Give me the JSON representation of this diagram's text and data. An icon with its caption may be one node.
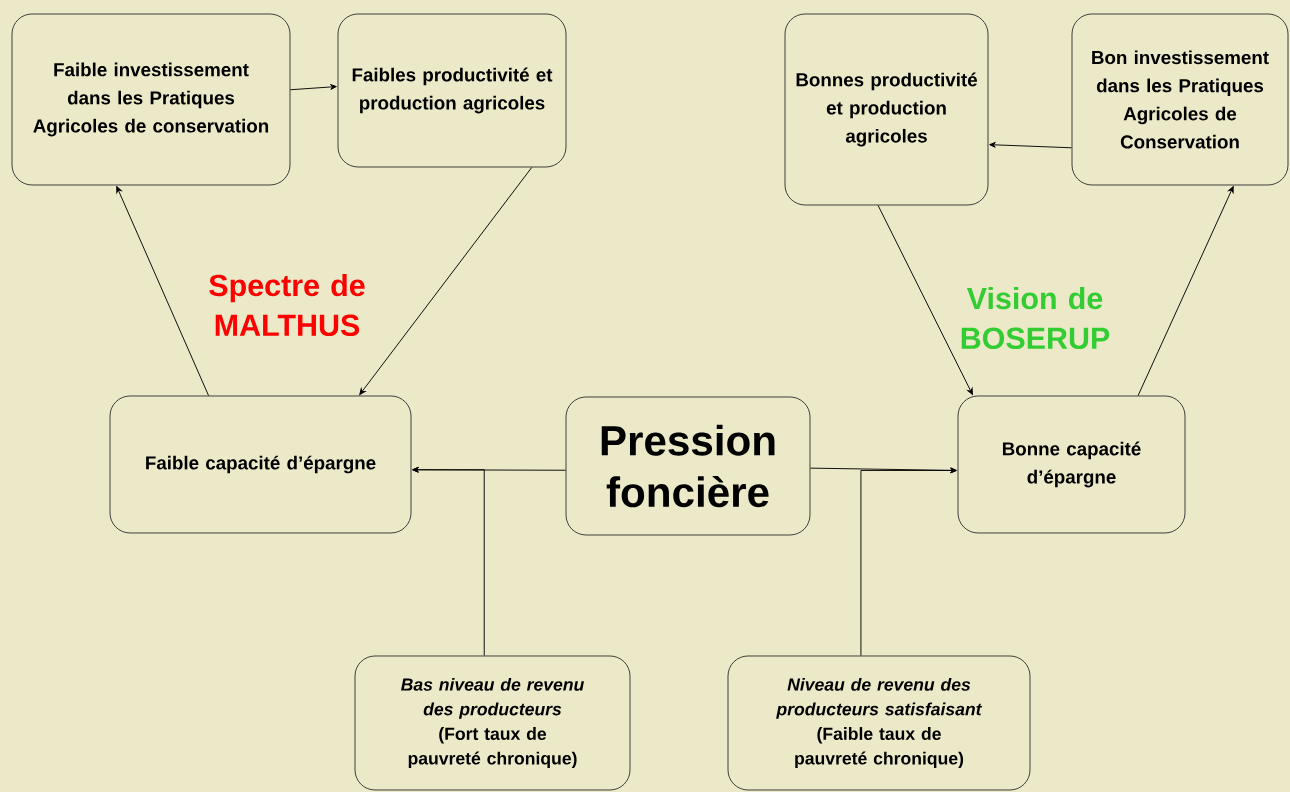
{
  "diagram": {
    "nodes": [
      {
        "text": [
          "Faible investissement dans les Pratiques Agricoles de conservation"
        ]
      },
      {
        "text": [
          "Faibles productivité et production agricoles"
        ]
      },
      {
        "text": [
          "Bonnes productivité et production agricoles"
        ]
      },
      {
        "text": [
          "Bon investissement dans les Pratiques Agricoles de Conservation"
        ]
      },
      {
        "text": [
          "Faible capacité d’épargne"
        ]
      },
      {
        "text": [
          "Pression foncière"
        ]
      },
      {
        "text": [
          "Bonne capacité d’épargne"
        ]
      },
      {
        "text": [
          "Bas niveau de revenu des producteurs",
          "(Fort taux de pauvreté chronique)"
        ]
      },
      {
        "text": [
          "Niveau de revenu des producteurs satisfaisant",
          "(Faible taux de pauvreté chronique)"
        ]
      }
    ],
    "edges": [
      {
        "from": 0,
        "to": 1,
        "arrow": "to"
      },
      {
        "from": 1,
        "to": 4,
        "arrow": "to"
      },
      {
        "from": 4,
        "to": 0,
        "arrow": "to"
      },
      {
        "from": 5,
        "to": 4,
        "arrow": "to"
      },
      {
        "from": 7,
        "to": 4,
        "arrow": "to"
      },
      {
        "from": 3,
        "to": 2,
        "arrow": "to"
      },
      {
        "from": 2,
        "to": 6,
        "arrow": "to"
      },
      {
        "from": 6,
        "to": 3,
        "arrow": "to"
      },
      {
        "from": 5,
        "to": 6,
        "arrow": "to"
      },
      {
        "from": 8,
        "to": 6,
        "arrow": "to"
      }
    ],
    "labels": [
      "Spectre de MALTHUS",
      "Vision de BOSERUP"
    ]
  }
}
